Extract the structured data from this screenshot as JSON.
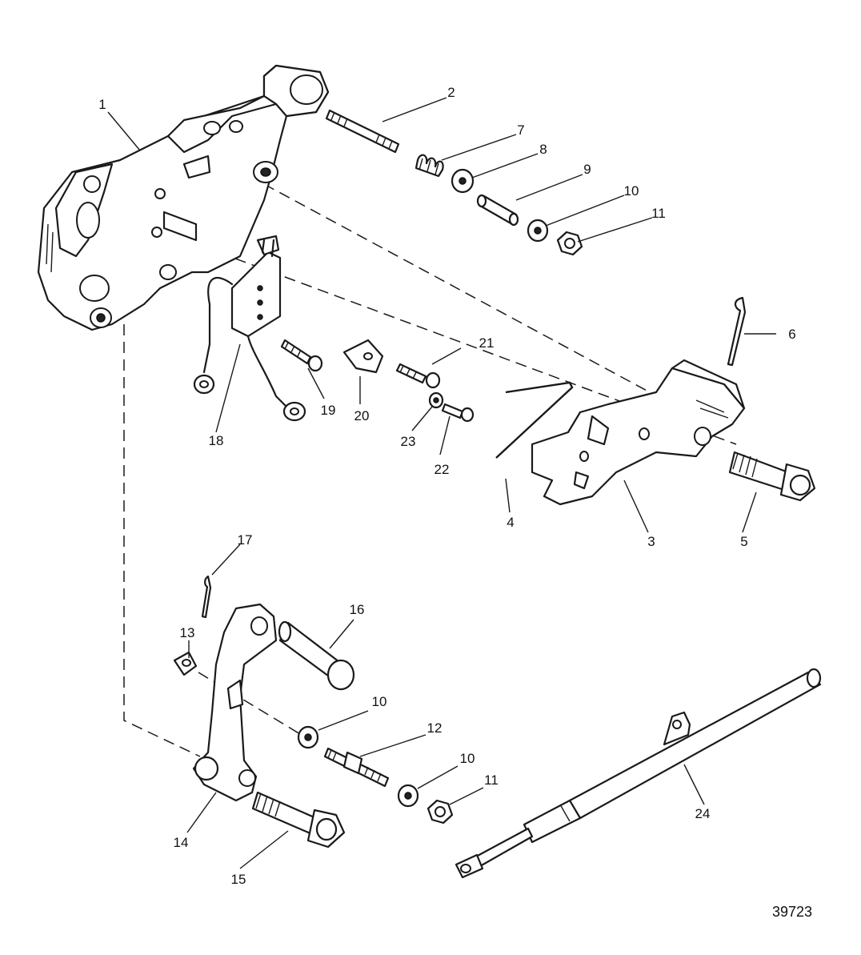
{
  "figure_number": "39723",
  "callouts": [
    {
      "id": "c1",
      "text": "1"
    },
    {
      "id": "c2",
      "text": "2"
    },
    {
      "id": "c3",
      "text": "3"
    },
    {
      "id": "c4",
      "text": "4"
    },
    {
      "id": "c5",
      "text": "5"
    },
    {
      "id": "c6",
      "text": "6"
    },
    {
      "id": "c7",
      "text": "7"
    },
    {
      "id": "c8",
      "text": "8"
    },
    {
      "id": "c9",
      "text": "9"
    },
    {
      "id": "c10a",
      "text": "10"
    },
    {
      "id": "c11a",
      "text": "11"
    },
    {
      "id": "c10b",
      "text": "10"
    },
    {
      "id": "c10c",
      "text": "10"
    },
    {
      "id": "c11b",
      "text": "11"
    },
    {
      "id": "c12",
      "text": "12"
    },
    {
      "id": "c13",
      "text": "13"
    },
    {
      "id": "c14",
      "text": "14"
    },
    {
      "id": "c15",
      "text": "15"
    },
    {
      "id": "c16",
      "text": "16"
    },
    {
      "id": "c17",
      "text": "17"
    },
    {
      "id": "c18",
      "text": "18"
    },
    {
      "id": "c19",
      "text": "19"
    },
    {
      "id": "c20",
      "text": "20"
    },
    {
      "id": "c21",
      "text": "21"
    },
    {
      "id": "c22",
      "text": "22"
    },
    {
      "id": "c23",
      "text": "23"
    },
    {
      "id": "c24",
      "text": "24"
    }
  ]
}
